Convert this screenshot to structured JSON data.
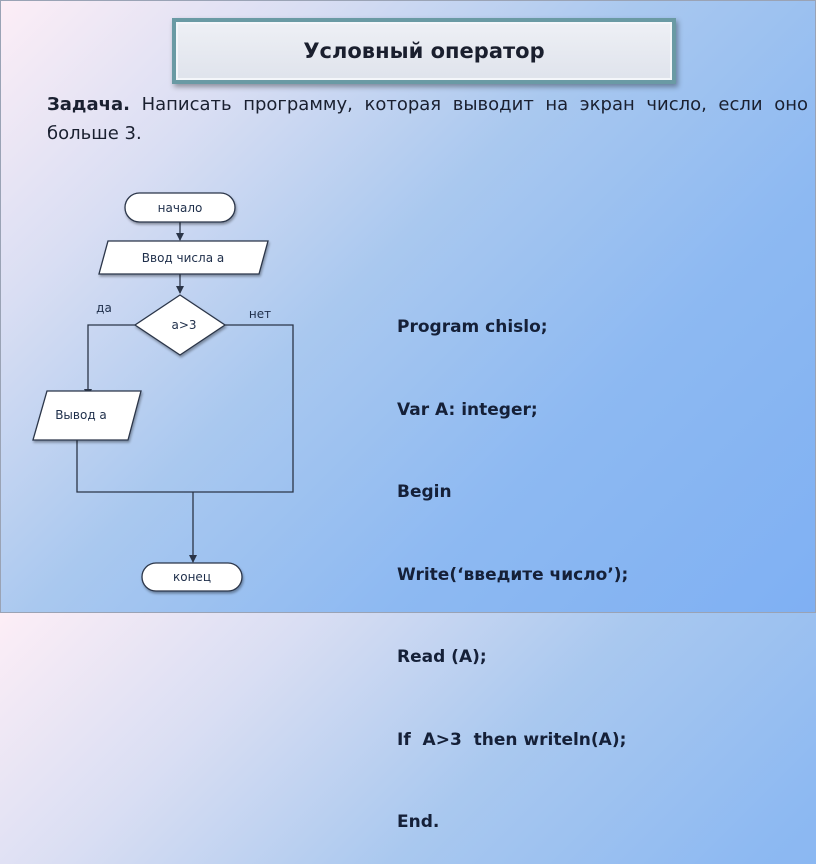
{
  "header": {
    "title": "Условный оператор"
  },
  "task": {
    "label": "Задача.",
    "text": " Написать программу, которая выводит на экран число, если оно больше 3."
  },
  "flowchart": {
    "start": "начало",
    "input": "Ввод числа а",
    "condition": "а>3",
    "yes_label": "да",
    "no_label": "нет",
    "output": "Вывод а",
    "end": "конец"
  },
  "code": {
    "lines": [
      "Program chislo;",
      "Var A: integer;",
      "Begin",
      "Write(‘введите число’);",
      "Read (A);",
      "If  A>3  then writeln(A);",
      "End."
    ]
  },
  "colors": {
    "line": "#2b3548",
    "shape_fill": "#ffffff",
    "title_border": "#6a9aa4"
  }
}
